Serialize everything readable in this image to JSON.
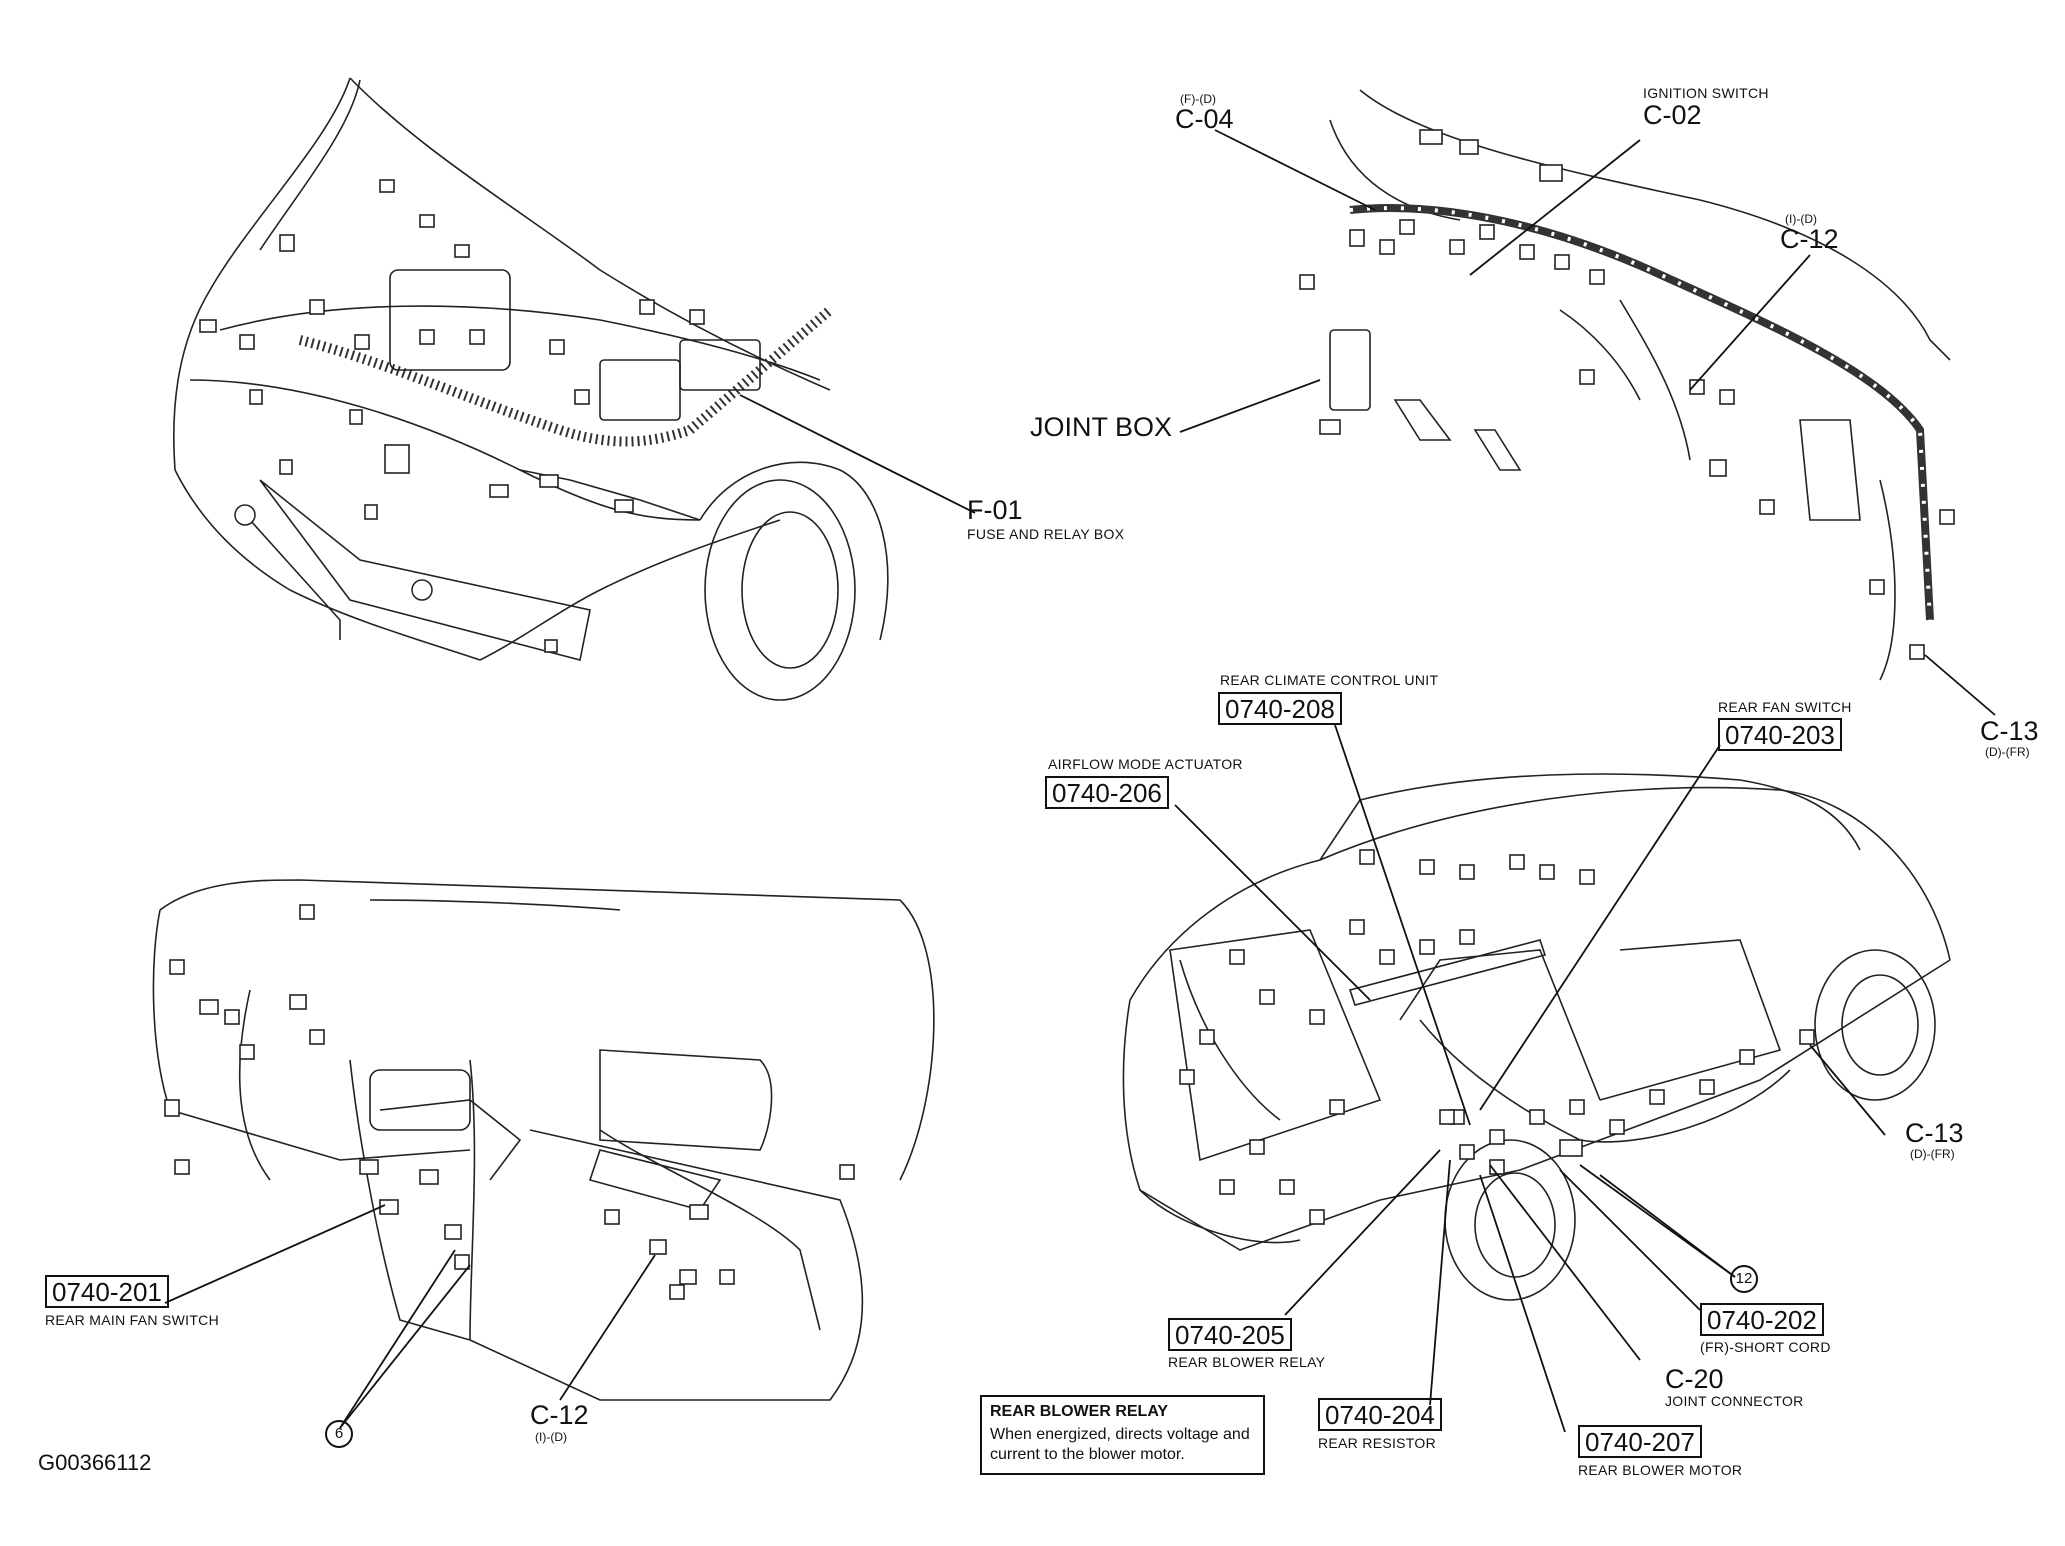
{
  "figure_code": "G00366112",
  "top_left": {
    "code": "F-01",
    "desc": "FUSE AND RELAY BOX"
  },
  "top_right": {
    "c04_code": "C-04",
    "c04_side": "(F)-(D)",
    "c02_code": "C-02",
    "c02_desc": "IGNITION SWITCH",
    "c12_code": "C-12",
    "c12_side": "(I)-(D)",
    "joint_box": "JOINT BOX",
    "c13_code": "C-13",
    "c13_side": "(D)-(FR)"
  },
  "bottom_left": {
    "rear_main_fan_switch_code": "0740-201",
    "rear_main_fan_switch_desc": "REAR MAIN FAN SWITCH",
    "c12_code": "C-12",
    "c12_side": "(I)-(D)",
    "circle_6": "6"
  },
  "bottom_right": {
    "climate_desc": "REAR CLIMATE CONTROL UNIT",
    "climate_code": "0740-208",
    "fan_switch_desc": "REAR FAN SWITCH",
    "fan_switch_code": "0740-203",
    "airflow_desc": "AIRFLOW MODE ACTUATOR",
    "airflow_code": "0740-206",
    "c13_code": "C-13",
    "c13_side": "(D)-(FR)",
    "circle_12": "12",
    "blower_relay_code": "0740-205",
    "blower_relay_desc": "REAR BLOWER RELAY",
    "short_cord_code": "0740-202",
    "short_cord_desc": "(FR)-SHORT CORD",
    "c20_code": "C-20",
    "c20_desc": "JOINT CONNECTOR",
    "resistor_code": "0740-204",
    "resistor_desc": "REAR RESISTOR",
    "motor_code": "0740-207",
    "motor_desc": "REAR BLOWER MOTOR"
  },
  "note": {
    "title": "REAR BLOWER RELAY",
    "text": "When energized, directs voltage and current to the blower motor."
  }
}
